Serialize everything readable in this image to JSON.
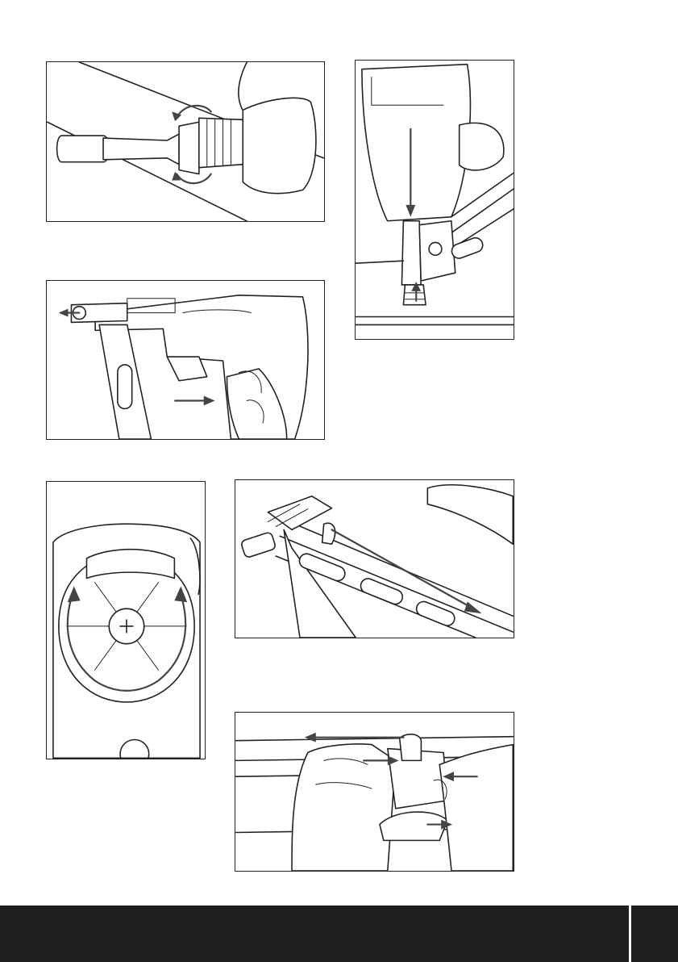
{
  "figures": [
    {
      "name": "hose-fitting-figure",
      "icon": "hose-coupling-wrench-illustration"
    },
    {
      "name": "nose-drop-figure",
      "icon": "nailer-nose-arrows-illustration"
    },
    {
      "name": "trigger-figure",
      "icon": "trigger-pull-illustration"
    },
    {
      "name": "exhaust-cap-figure",
      "icon": "rotating-exhaust-cap-illustration"
    },
    {
      "name": "magazine-slide-figure",
      "icon": "magazine-pusher-slide-illustration"
    },
    {
      "name": "magazine-release-figure",
      "icon": "magazine-release-hands-illustration"
    }
  ],
  "footer": {
    "background": "#1e1e1e",
    "accent": "#ffffff"
  }
}
